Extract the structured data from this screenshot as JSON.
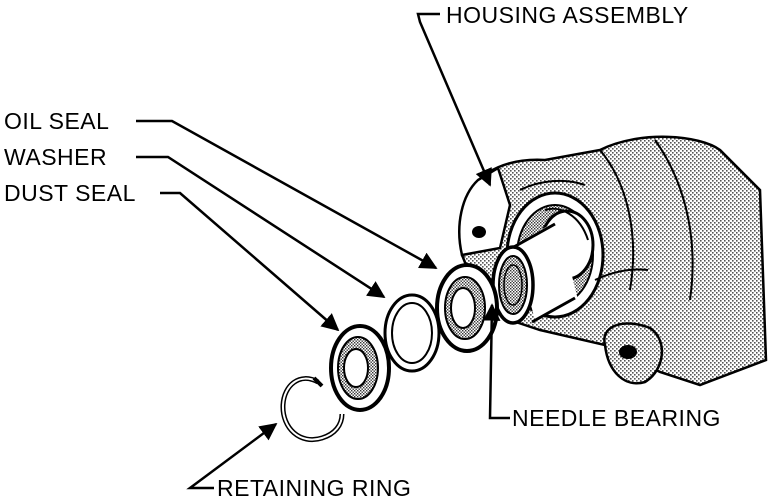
{
  "labels": {
    "housing_assembly": "HOUSING ASSEMBLY",
    "oil_seal": "OIL SEAL",
    "washer": "WASHER",
    "dust_seal": "DUST SEAL",
    "needle_bearing": "NEEDLE BEARING",
    "retaining_ring": "RETAINING RING"
  },
  "colors": {
    "ink": "#000000",
    "paper": "#ffffff",
    "stipple": "#6e6e6e"
  }
}
